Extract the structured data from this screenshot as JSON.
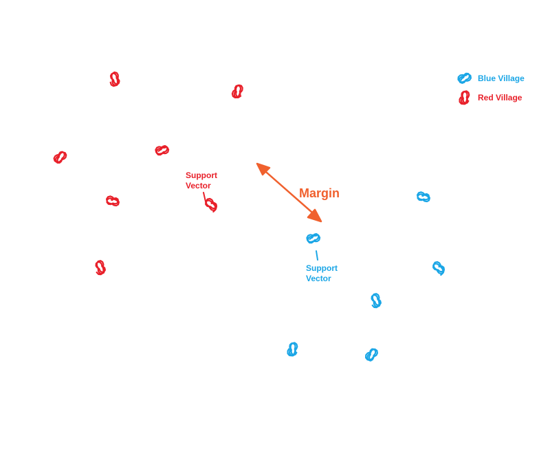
{
  "legend": {
    "blue_label": "Blue Village",
    "red_label": "Red Village"
  },
  "annotations": {
    "margin_label": "Margin",
    "red_support_vector": [
      "Support",
      "Vector"
    ],
    "blue_support_vector": [
      "Support",
      "Vector"
    ]
  },
  "colors": {
    "red": "#e8202a",
    "blue": "#1ba6e6",
    "margin": "#f0612e"
  }
}
